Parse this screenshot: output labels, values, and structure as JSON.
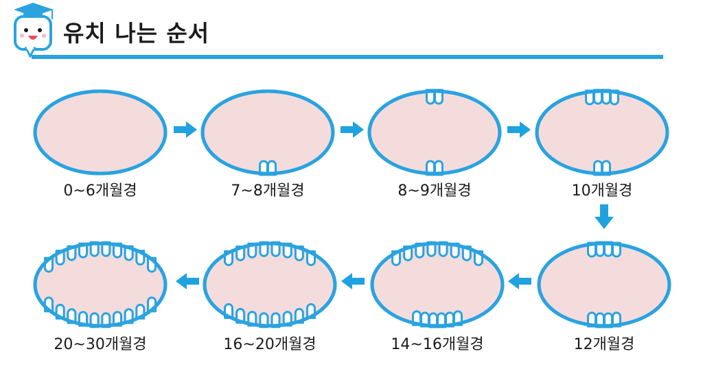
{
  "header": {
    "title": "유치 나는 순서",
    "mascot_icon": "graduate-mascot-icon"
  },
  "colors": {
    "accent": "#2aa3e0",
    "gum": "#f5dcdc",
    "arrow": "#1fa2e0"
  },
  "stages": [
    {
      "label": "0~6개월경",
      "upper_teeth": 0,
      "lower_teeth": 0
    },
    {
      "label": "7~8개월경",
      "upper_teeth": 0,
      "lower_teeth": 2
    },
    {
      "label": "8~9개월경",
      "upper_teeth": 2,
      "lower_teeth": 2
    },
    {
      "label": "10개월경",
      "upper_teeth": 4,
      "lower_teeth": 2
    },
    {
      "label": "12개월경",
      "upper_teeth": 4,
      "lower_teeth": 4
    },
    {
      "label": "14~16개월경",
      "upper_teeth": 8,
      "lower_teeth": 6
    },
    {
      "label": "16~20개월경",
      "upper_teeth": 8,
      "lower_teeth": 8
    },
    {
      "label": "20~30개월경",
      "upper_teeth": 10,
      "lower_teeth": 10
    }
  ]
}
